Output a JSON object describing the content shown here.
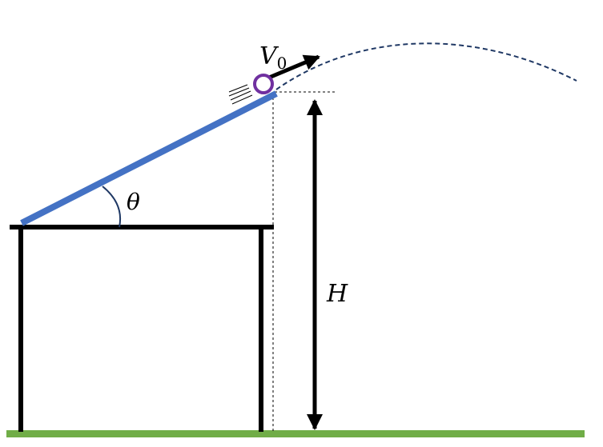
{
  "labels": {
    "velocity": "V",
    "velocity_subscript": "0",
    "angle": "θ",
    "height": "H"
  },
  "colors": {
    "ramp": "#4472c4",
    "ball": "#7030a0",
    "ground": "#70ad47",
    "trajectory": "#1f3864",
    "angle_arc": "#1f3864",
    "structure": "#000000"
  },
  "icons": {
    "ball": "hollow-circle",
    "velocity_arrow": "arrow-up-right",
    "motion_lines": "speed-lines",
    "height_arrow": "double-headed-vertical-arrow"
  }
}
